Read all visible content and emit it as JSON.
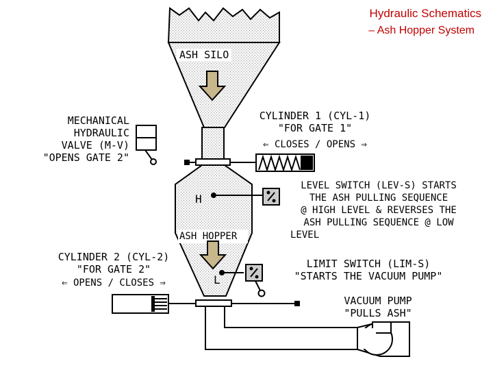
{
  "title": "Hydraulic Schematics",
  "subtitle": "– Ash Hopper System",
  "labels": {
    "ash_silo": "ASH SILO",
    "ash_hopper": "ASH HOPPER",
    "level_high": "H",
    "level_low": "L",
    "valve_line1": "MECHANICAL",
    "valve_line2": "HYDRAULIC",
    "valve_line3": "VALVE (M-V)",
    "valve_line4": "\"OPENS GATE 2\"",
    "cyl1_line1": "CYLINDER 1 (CYL-1)",
    "cyl1_line2": "\"FOR GATE 1\"",
    "cyl1_line3": "⇐ CLOSES / OPENS ⇒",
    "cyl2_line1": "CYLINDER 2 (CYL-2)",
    "cyl2_line2": "\"FOR GATE 2\"",
    "cyl2_line3": "⇐ OPENS / CLOSES ⇒",
    "lev_line1": "LEVEL SWITCH (LEV-S) STARTS",
    "lev_line2": "THE ASH PULLING SEQUENCE",
    "lev_line3": "@ HIGH LEVEL & REVERSES THE",
    "lev_line4": "ASH PULLING SEQUENCE @ LOW",
    "lev_line5": "LEVEL",
    "lim_line1": "LIMIT SWITCH (LIM-S)",
    "lim_line2": "\"STARTS THE VACUUM PUMP\"",
    "pump_line1": "VACUUM PUMP",
    "pump_line2": "\"PULLS ASH\""
  },
  "icons": {
    "flow_arrow": "down-arrow-icon",
    "valve": "valve-icon",
    "switch": "switch-icon",
    "pump": "pump-icon",
    "spring": "spring-icon"
  },
  "colors": {
    "title": "#c00000",
    "flow_arrow": "#c8b68c",
    "ash_fill": "#f2f2f2",
    "pump_frame": "#e0a07a"
  }
}
